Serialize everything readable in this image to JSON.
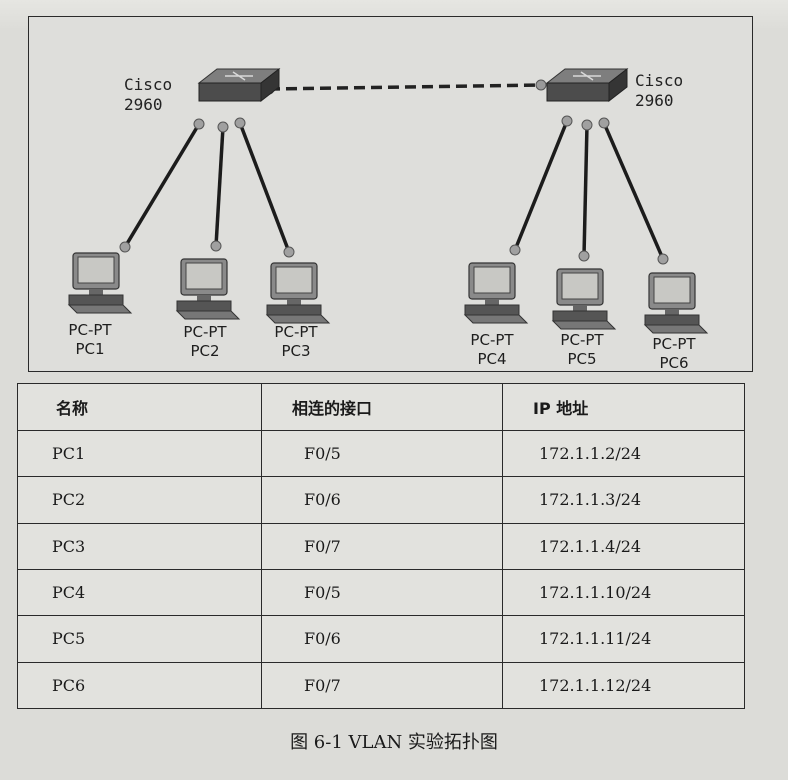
{
  "diagram": {
    "switch_left": {
      "brand": "Cisco",
      "model": "2960"
    },
    "switch_right": {
      "brand": "Cisco",
      "model": "2960"
    },
    "pcs": [
      {
        "type": "PC-PT",
        "name": "PC1"
      },
      {
        "type": "PC-PT",
        "name": "PC2"
      },
      {
        "type": "PC-PT",
        "name": "PC3"
      },
      {
        "type": "PC-PT",
        "name": "PC4"
      },
      {
        "type": "PC-PT",
        "name": "PC5"
      },
      {
        "type": "PC-PT",
        "name": "PC6"
      }
    ]
  },
  "table": {
    "headers": [
      "名称",
      "相连的接口",
      "IP 地址"
    ],
    "rows": [
      [
        "PC1",
        "F0/5",
        "172.1.1.2/24"
      ],
      [
        "PC2",
        "F0/6",
        "172.1.1.3/24"
      ],
      [
        "PC3",
        "F0/7",
        "172.1.1.4/24"
      ],
      [
        "PC4",
        "F0/5",
        "172.1.1.10/24"
      ],
      [
        "PC5",
        "F0/6",
        "172.1.1.11/24"
      ],
      [
        "PC6",
        "F0/7",
        "172.1.1.12/24"
      ]
    ]
  },
  "caption": "图 6-1    VLAN 实验拓扑图"
}
